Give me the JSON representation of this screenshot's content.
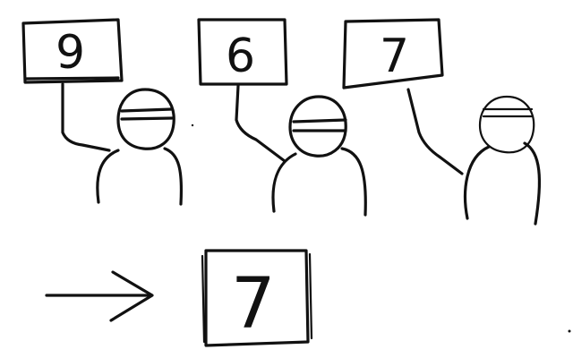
{
  "figures": [
    {
      "label": "9"
    },
    {
      "label": "6"
    },
    {
      "label": "7"
    }
  ],
  "result": {
    "label": "7"
  },
  "colors": {
    "ink": "#111111",
    "paper": "#ffffff"
  },
  "icons": {
    "arrow": "right-arrow-icon"
  }
}
